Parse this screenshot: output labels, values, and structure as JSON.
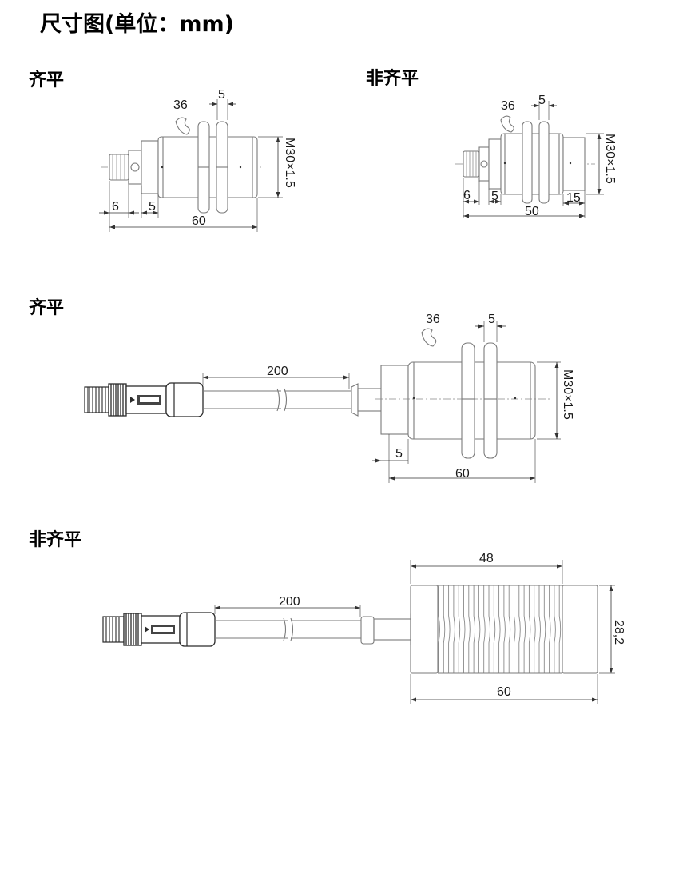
{
  "page_title": "尺寸图(单位：mm)",
  "sections": [
    {
      "label": "齐平",
      "dims": {
        "wrench": "36",
        "nut": "5",
        "thread": "M30×1.5",
        "plug": "6",
        "step": "5",
        "total": "60"
      }
    },
    {
      "label": "非齐平",
      "dims": {
        "wrench": "36",
        "nut": "5",
        "thread": "M30×1.5",
        "plug": "6",
        "step": "5",
        "tip": "15",
        "total": "50"
      }
    },
    {
      "label": "齐平",
      "dims": {
        "wrench": "36",
        "nut": "5",
        "thread": "M30×1.5",
        "cable": "200",
        "step": "5",
        "total": "60"
      }
    },
    {
      "label": "非齐平",
      "dims": {
        "cable": "200",
        "head_len": "48",
        "diameter": "28,2",
        "total": "60"
      }
    }
  ],
  "icons": [
    "wrench-icon",
    "connector-plug-icon"
  ],
  "colors": {
    "outline": "#7a7a7a",
    "dimension": "#333333",
    "plug_body": "#2b2b2b"
  }
}
